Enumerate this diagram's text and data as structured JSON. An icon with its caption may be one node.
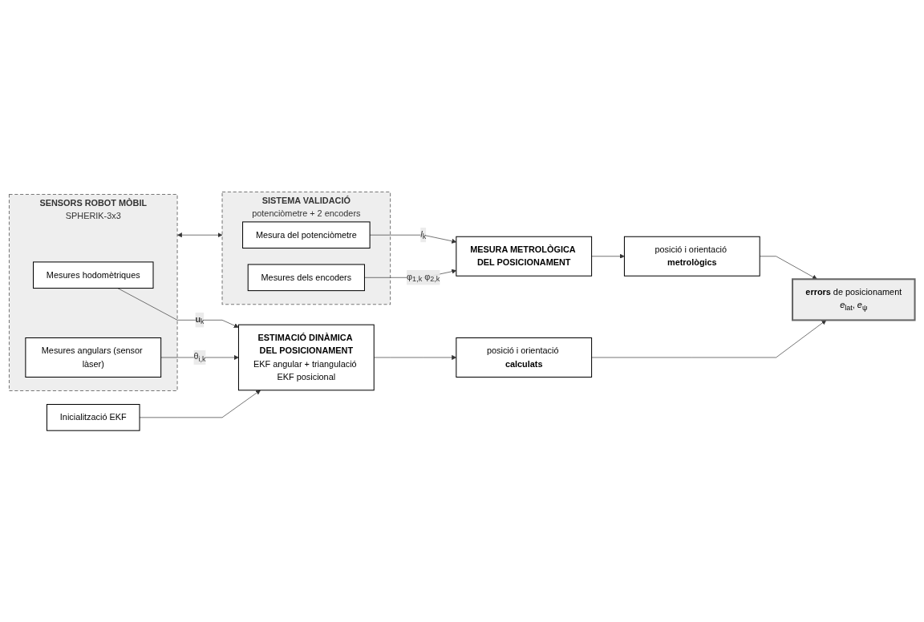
{
  "diagram": {
    "nodes": [
      {
        "text": [
          "SENSORS ROBOT MÒBIL",
          "SPHERIK-3x3"
        ]
      },
      {
        "text": [
          "Mesures hodomètriques"
        ],
        "in": 0
      },
      {
        "text": [
          "Mesures angulars (sensor làser)"
        ],
        "in": 0
      },
      {
        "text": [
          "SISTEMA VALIDACIÓ",
          "potenciòmetre + 2 encoders"
        ]
      },
      {
        "text": [
          "Mesura del potenciòmetre"
        ],
        "in": 3
      },
      {
        "text": [
          "Mesures dels encoders"
        ],
        "in": 3
      },
      {
        "text": [
          "Inicialització EKF"
        ]
      },
      {
        "text": [
          "ESTIMACIÓ DINÀMICA DEL POSICIONAMENT",
          "EKF angular + triangulació EKF posicional"
        ]
      },
      {
        "text": [
          "MESURA METROLÒGICA DEL POSICIONAMENT"
        ]
      },
      {
        "text": [
          "posició i orientació **calculats**"
        ]
      },
      {
        "text": [
          "**errors** de posicionament",
          "*e*$_{lat}$, *e*$_{ψ}$"
        ]
      },
      {
        "text": [
          "posició i orientació **metrològics**"
        ]
      }
    ],
    "edges": [
      {
        "from": 1,
        "to": 7,
        "arrow": "to",
        "label": "**u**$_{k}$"
      },
      {
        "from": 2,
        "to": 7,
        "arrow": "to",
        "label": "θ$_{i,k}$"
      },
      {
        "from": 6,
        "to": 7,
        "arrow": "to"
      },
      {
        "from": 7,
        "to": 9,
        "arrow": "to"
      },
      {
        "from": 9,
        "to": 10,
        "arrow": "to"
      },
      {
        "from": 0,
        "to": 3,
        "arrow": "both"
      },
      {
        "from": 4,
        "to": 8,
        "arrow": "to",
        "label": "*l*$_{k}$"
      },
      {
        "from": 5,
        "to": 8,
        "arrow": "to",
        "label": "φ$_{1,k}$ φ$_{2,k}$"
      },
      {
        "from": 8,
        "to": 11,
        "arrow": "to"
      },
      {
        "from": 11,
        "to": 10,
        "arrow": "to"
      }
    ]
  }
}
